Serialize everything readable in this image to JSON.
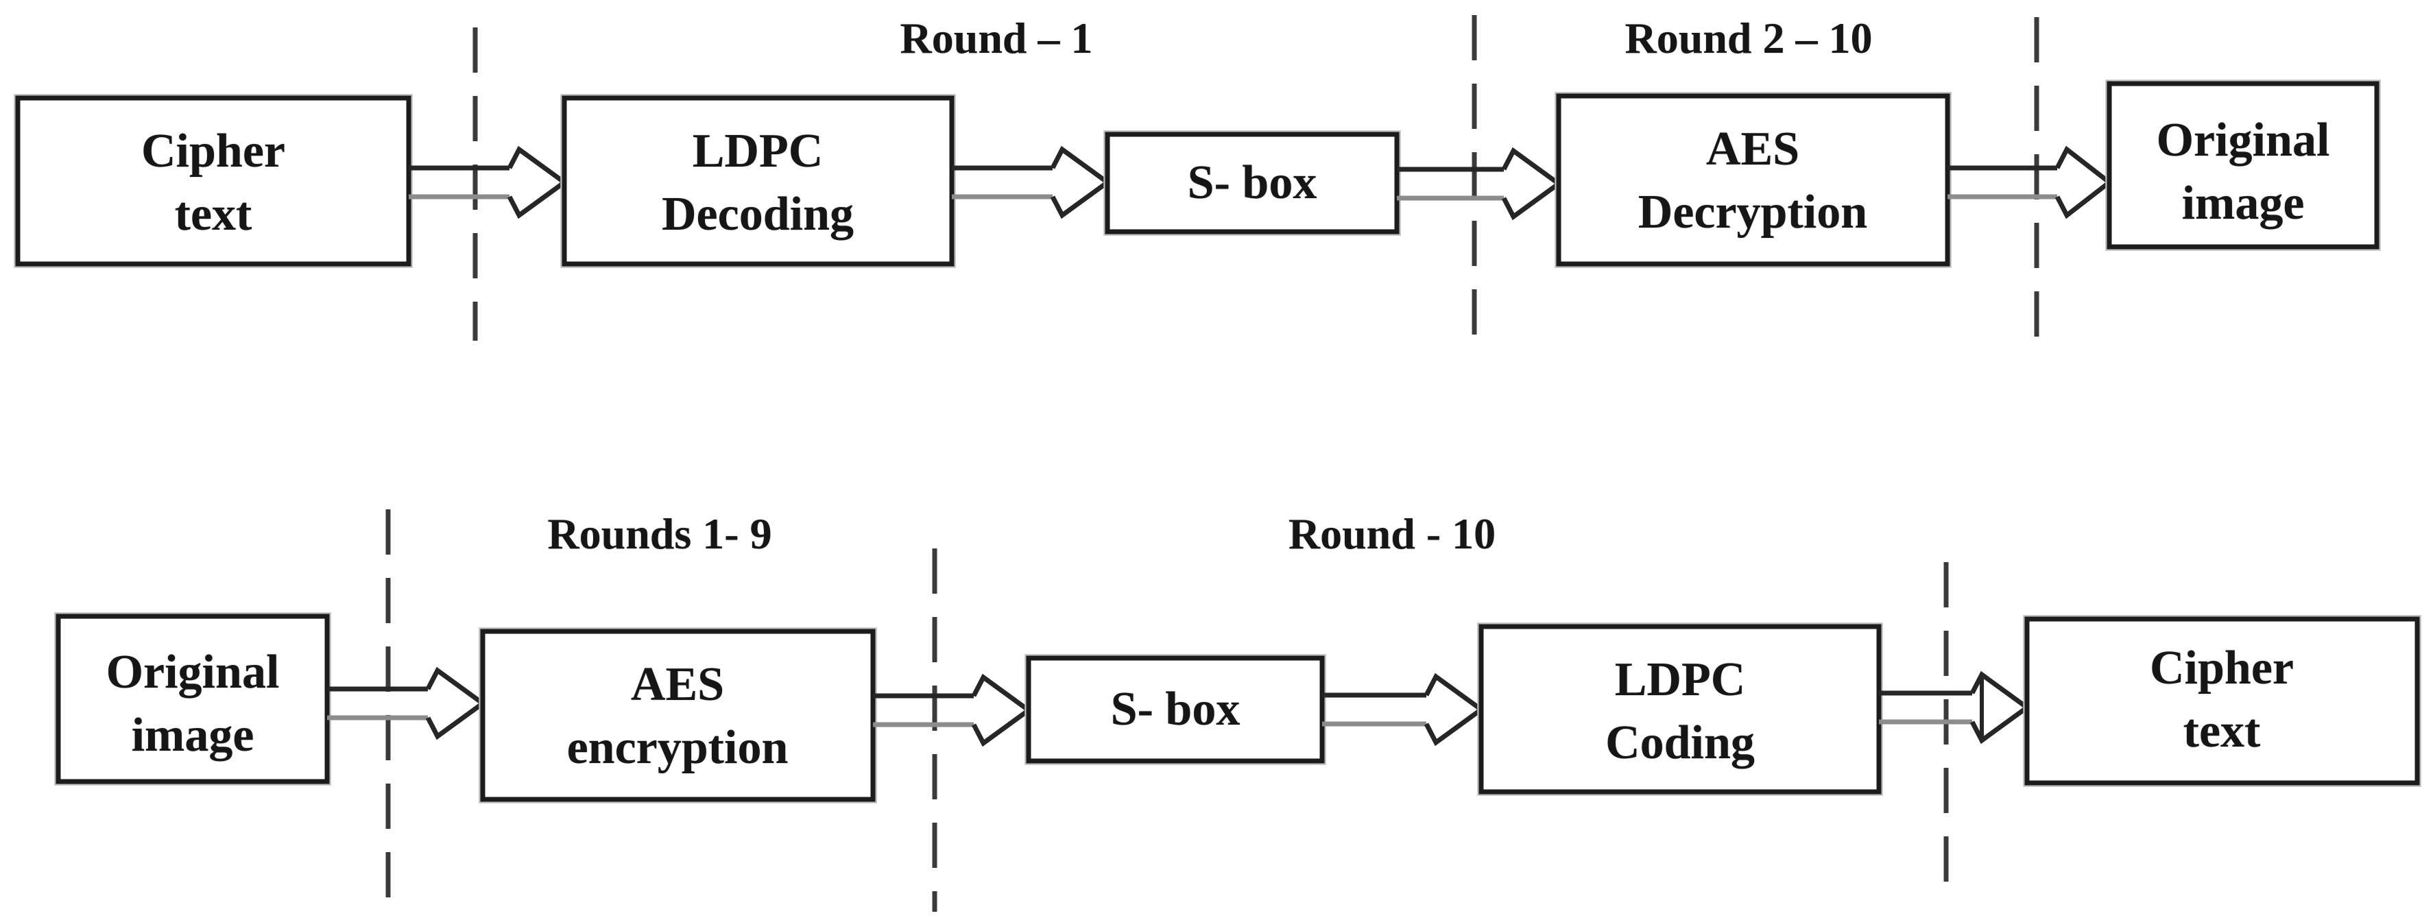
{
  "diagram": {
    "colors": {
      "background": "#ffffff",
      "box_border": "#1c1c1c",
      "box_fill": "#ffffff",
      "text": "#161616",
      "dashed_line": "#3a3a3a",
      "arrow_primary": "#262626",
      "arrow_secondary": "#8c8c8c",
      "scan_halo": "#bdbdbd"
    },
    "decryption": {
      "round_label_1": "Round – 1",
      "round_label_2": "Round 2 – 10",
      "boxes": [
        {
          "line1": "Cipher",
          "line2": "text"
        },
        {
          "line1": "LDPC",
          "line2": "Decoding"
        },
        {
          "line1": "S- box",
          "line2": ""
        },
        {
          "line1": "AES",
          "line2": "Decryption"
        },
        {
          "line1": "Original",
          "line2": "image"
        }
      ]
    },
    "encryption": {
      "round_label_1": "Rounds 1- 9",
      "round_label_2": "Round - 10",
      "boxes": [
        {
          "line1": "Original",
          "line2": "image"
        },
        {
          "line1": "AES",
          "line2": "encryption"
        },
        {
          "line1": "S- box",
          "line2": ""
        },
        {
          "line1": "LDPC",
          "line2": "Coding"
        },
        {
          "line1": "Cipher",
          "line2": "text"
        }
      ]
    }
  }
}
